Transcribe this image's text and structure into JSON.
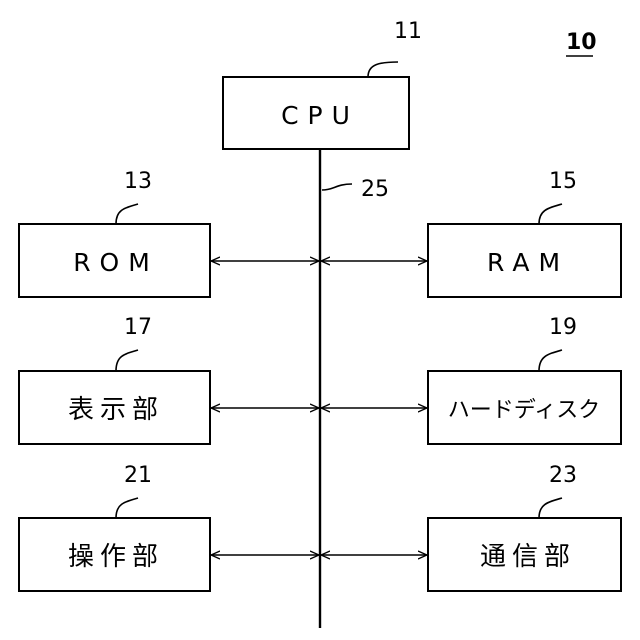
{
  "diagram": {
    "system_ref": "10",
    "bus_ref": "25",
    "blocks": {
      "cpu": {
        "label": "CPU",
        "ref": "11"
      },
      "rom": {
        "label": "ROM",
        "ref": "13"
      },
      "ram": {
        "label": "RAM",
        "ref": "15"
      },
      "display": {
        "label": "表示部",
        "ref": "17"
      },
      "hdd": {
        "label": "ハードディスク",
        "ref": "19"
      },
      "operation": {
        "label": "操作部",
        "ref": "21"
      },
      "comm": {
        "label": "通信部",
        "ref": "23"
      }
    }
  }
}
